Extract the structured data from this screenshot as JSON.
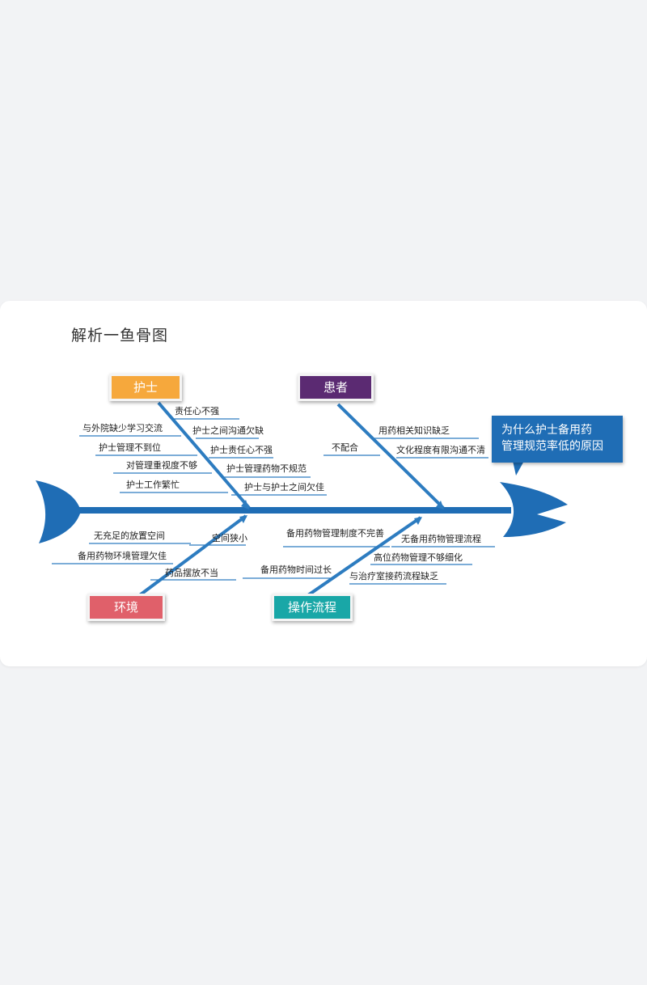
{
  "title": "解析一鱼骨图",
  "problem": {
    "line1": "为什么护士备用药",
    "line2": "管理规范率低的原因"
  },
  "categories": {
    "nurse": {
      "label": "护士",
      "color": "#f6a83c"
    },
    "patient": {
      "label": "患者",
      "color": "#5b2a72"
    },
    "environment": {
      "label": "环境",
      "color": "#e0606a"
    },
    "process": {
      "label": "操作流程",
      "color": "#19a7a7"
    }
  },
  "causes": {
    "nurse": [
      "责任心不强",
      "与外院缺少学习交流",
      "护士之间沟通欠缺",
      "护士管理不到位",
      "护士责任心不强",
      "对管理重视度不够",
      "护士管理药物不规范",
      "护士工作繁忙",
      "护士与护士之间欠佳"
    ],
    "patient": [
      "用药相关知识缺乏",
      "不配合",
      "文化程度有限沟通不清"
    ],
    "environment": [
      "无充足的放置空间",
      "空间狭小",
      "备用药物环境管理欠佳",
      "药品摆放不当"
    ],
    "process": [
      "备用药物管理制度不完善",
      "无备用药物管理流程",
      "高位药物管理不够细化",
      "备用药物时间过长",
      "与治疗室接药流程缺乏"
    ]
  },
  "colors": {
    "spine": "#1f6db5",
    "accent_head": "#1f6db5"
  }
}
